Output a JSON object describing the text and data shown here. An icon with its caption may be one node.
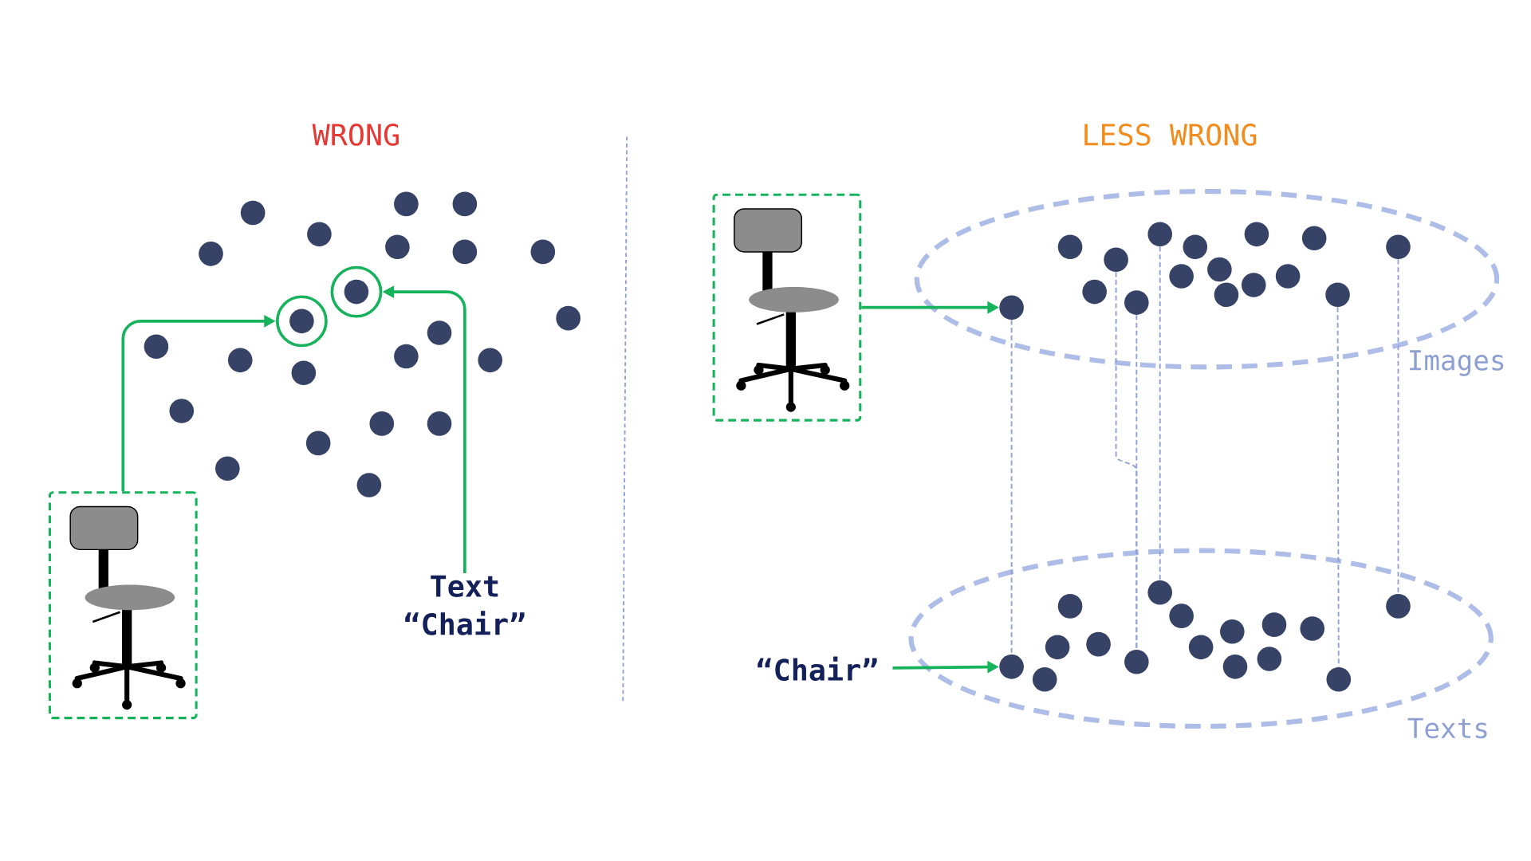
{
  "diagram": {
    "nodes": [
      {
        "text": [],
        "shape": "circle"
      },
      {
        "text": [],
        "shape": "circle"
      },
      {
        "text": [],
        "shape": "circle"
      },
      {
        "text": [],
        "shape": "circle"
      },
      {
        "text": [],
        "shape": "circle"
      },
      {
        "text": [],
        "shape": "circle"
      },
      {
        "text": [],
        "shape": "circle"
      },
      {
        "text": [],
        "shape": "circle"
      },
      {
        "text": [],
        "shape": "circle"
      },
      {
        "text": [],
        "shape": "circle"
      },
      {
        "text": [],
        "shape": "circle"
      },
      {
        "text": [],
        "shape": "circle"
      },
      {
        "text": [],
        "shape": "circle"
      },
      {
        "text": [],
        "shape": "circle"
      },
      {
        "text": [],
        "shape": "circle"
      },
      {
        "text": [],
        "shape": "circle"
      },
      {
        "text": [],
        "shape": "circle"
      },
      {
        "text": [],
        "shape": "circle"
      },
      {
        "text": [],
        "shape": "circle"
      },
      {
        "text": [],
        "shape": "circle"
      },
      {
        "text": [],
        "shape": "circle"
      },
      {
        "text": [],
        "shape": "circle"
      },
      {
        "text": [],
        "shape": "circle"
      },
      {
        "text": [],
        "shape": "picture"
      },
      {
        "text": [
          "Text “Chair”"
        ]
      },
      {
        "text": [],
        "shape": "picture"
      },
      {
        "text": [
          "Images"
        ]
      },
      {
        "text": [],
        "shape": "circle",
        "in": 26
      },
      {
        "text": [],
        "shape": "circle",
        "in": 26
      },
      {
        "text": [],
        "shape": "circle",
        "in": 26
      },
      {
        "text": [],
        "shape": "circle",
        "in": 26
      },
      {
        "text": [],
        "shape": "circle",
        "in": 26
      },
      {
        "text": [],
        "shape": "circle",
        "in": 26
      },
      {
        "text": [],
        "shape": "circle",
        "in": 26
      },
      {
        "text": [],
        "shape": "circle",
        "in": 26
      },
      {
        "text": [],
        "shape": "circle",
        "in": 26
      },
      {
        "text": [],
        "shape": "circle",
        "in": 26
      },
      {
        "text": [],
        "shape": "circle",
        "in": 26
      },
      {
        "text": [],
        "shape": "circle",
        "in": 26
      },
      {
        "text": [],
        "shape": "circle",
        "in": 26
      },
      {
        "text": [],
        "shape": "circle",
        "in": 26
      },
      {
        "text": [],
        "shape": "circle",
        "in": 26
      },
      {
        "text": [],
        "shape": "circle",
        "in": 26
      },
      {
        "text": [
          "Texts"
        ]
      },
      {
        "text": [],
        "shape": "circle",
        "in": 43
      },
      {
        "text": [],
        "shape": "circle",
        "in": 43
      },
      {
        "text": [],
        "shape": "circle",
        "in": 43
      },
      {
        "text": [],
        "shape": "circle",
        "in": 43
      },
      {
        "text": [],
        "shape": "circle",
        "in": 43
      },
      {
        "text": [],
        "shape": "circle",
        "in": 43
      },
      {
        "text": [],
        "shape": "circle",
        "in": 43
      },
      {
        "text": [],
        "shape": "circle",
        "in": 43
      },
      {
        "text": [],
        "shape": "circle",
        "in": 43
      },
      {
        "text": [],
        "shape": "circle",
        "in": 43
      },
      {
        "text": [],
        "shape": "circle",
        "in": 43
      },
      {
        "text": [],
        "shape": "circle",
        "in": 43
      },
      {
        "text": [],
        "shape": "circle",
        "in": 43
      },
      {
        "text": [],
        "shape": "circle",
        "in": 43
      },
      {
        "text": [],
        "shape": "circle",
        "in": 43
      },
      {
        "text": [],
        "shape": "circle",
        "in": 43
      },
      {
        "text": [
          "“Chair”"
        ]
      }
    ],
    "edges": [
      {
        "from": 23,
        "to": 10,
        "arrow": "to",
        "color": "#17b35c"
      },
      {
        "from": 24,
        "to": 8,
        "arrow": "to",
        "color": "#17b35c"
      },
      {
        "from": 25,
        "to": 42,
        "arrow": "to",
        "color": "#17b35c"
      },
      {
        "from": 60,
        "to": 56,
        "arrow": "to",
        "color": "#17b35c"
      },
      {
        "from": 42,
        "to": 56,
        "arrow": "none",
        "style": "dashed"
      },
      {
        "from": 33,
        "to": 55,
        "arrow": "none",
        "style": "dashed"
      },
      {
        "from": 41,
        "to": 55,
        "arrow": "none",
        "style": "dashed"
      },
      {
        "from": 27,
        "to": 44,
        "arrow": "none",
        "style": "dashed"
      },
      {
        "from": 40,
        "to": 59,
        "arrow": "none",
        "style": "dashed"
      },
      {
        "from": 32,
        "to": 46,
        "arrow": "none",
        "style": "dashed"
      }
    ],
    "labels": [
      "WRONG",
      "LESS WRONG"
    ]
  }
}
